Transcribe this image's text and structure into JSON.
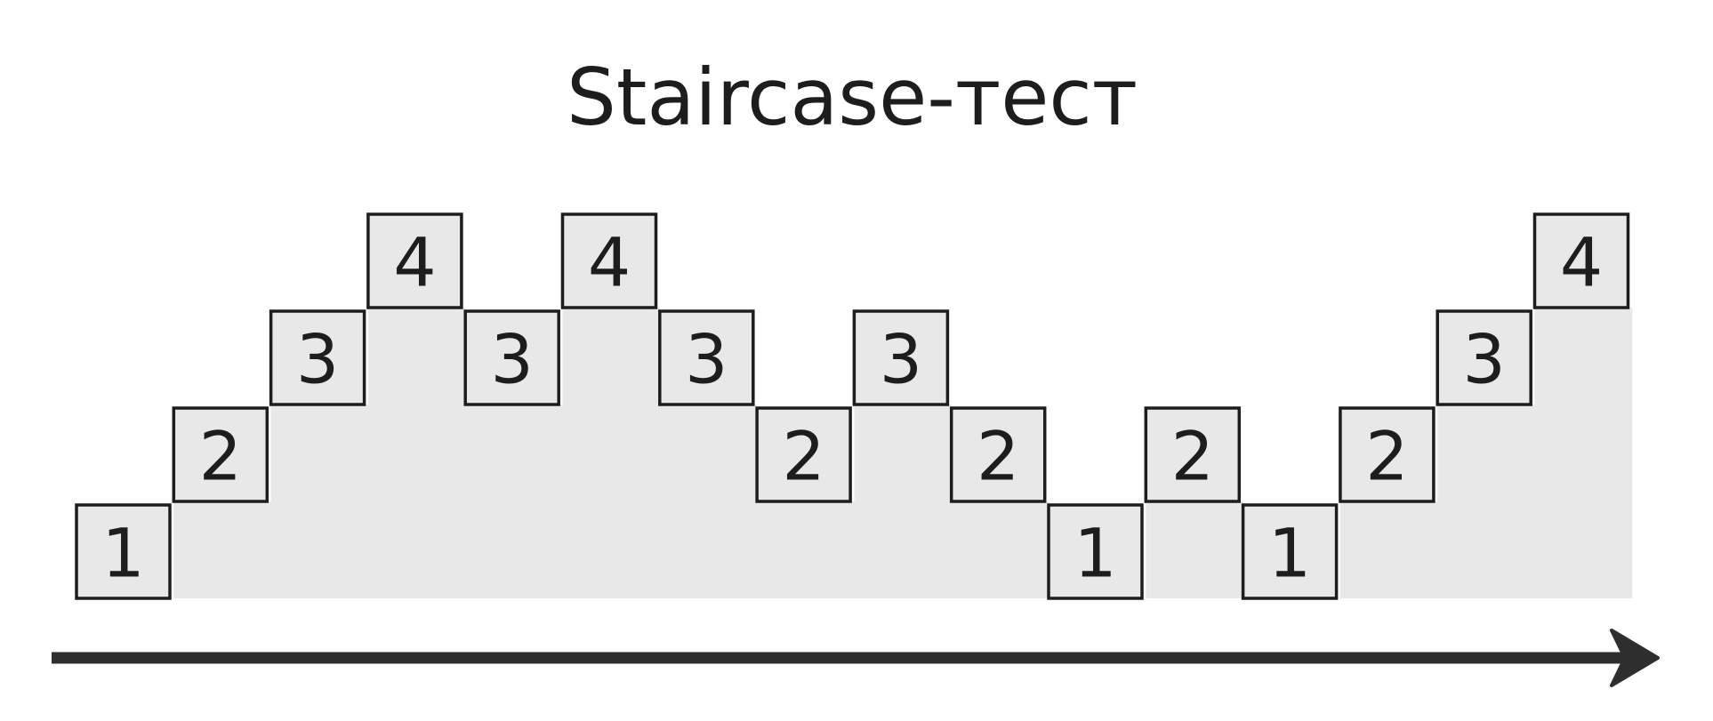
{
  "title": "Staircase-тест",
  "steps": [
    1,
    2,
    3,
    4,
    3,
    4,
    3,
    2,
    3,
    2,
    1,
    2,
    1,
    2,
    3,
    4
  ],
  "max_level": 4,
  "colors": {
    "background": "#ffffff",
    "column_fill": "#e8e8e8",
    "box_fill": "#e8e8e8",
    "box_stroke": "#1d1d1d",
    "text": "#1d1d1d",
    "arrow": "#2e2e2e"
  },
  "icons": {
    "arrow": "right-arrow-icon"
  }
}
